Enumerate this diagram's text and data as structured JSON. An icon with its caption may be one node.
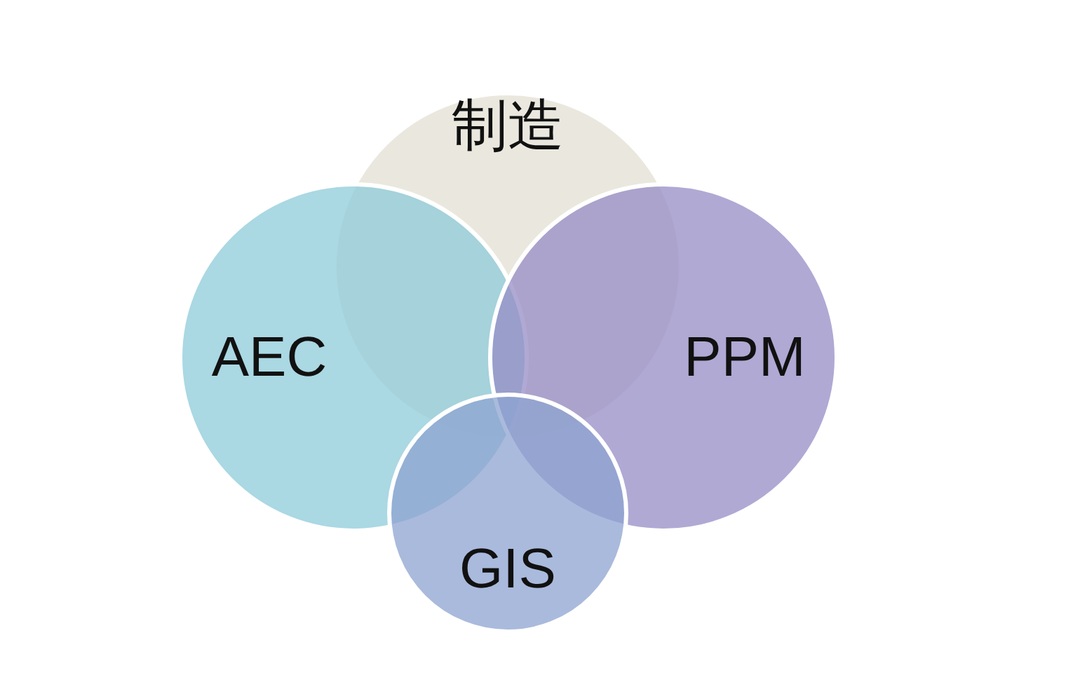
{
  "diagram": {
    "nodes": [
      {
        "text": [
          "制造"
        ]
      },
      {
        "text": [
          "AEC"
        ]
      },
      {
        "text": [
          "PPM"
        ]
      },
      {
        "text": [
          "GIS"
        ]
      }
    ],
    "edges": []
  }
}
